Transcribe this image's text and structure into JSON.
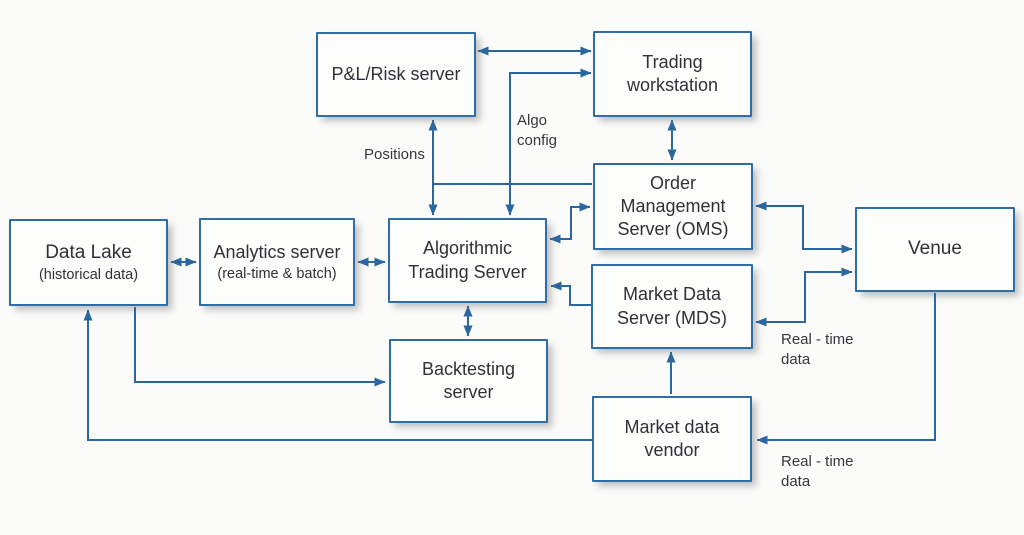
{
  "diagram": {
    "nodes": {
      "pnl_risk": {
        "label": "P&L/Risk server"
      },
      "trading_workstation": {
        "label": "Trading\nworkstation"
      },
      "oms": {
        "label": "Order\nManagement\nServer (OMS)"
      },
      "venue": {
        "label": "Venue"
      },
      "data_lake": {
        "label": "Data Lake",
        "sublabel": "(historical data)"
      },
      "analytics": {
        "label": "Analytics server",
        "sublabel": "(real-time & batch)"
      },
      "ats": {
        "label": "Algorithmic\nTrading Server"
      },
      "mds": {
        "label": "Market Data\nServer (MDS)"
      },
      "backtesting": {
        "label": "Backtesting\nserver"
      },
      "vendor": {
        "label": "Market data\nvendor"
      }
    },
    "edge_labels": {
      "positions": "Positions",
      "algo_config": "Algo\nconfig",
      "realtime_mds": "Real - time\ndata",
      "realtime_vendor": "Real - time\ndata"
    },
    "colors": {
      "background": "#fbfbfa",
      "box_bg": "#fdfdfc",
      "box_border": "#2e6da6",
      "arrow": "#2a66a0",
      "text": "#2f3137",
      "edge_label_text": "#35373d"
    }
  }
}
